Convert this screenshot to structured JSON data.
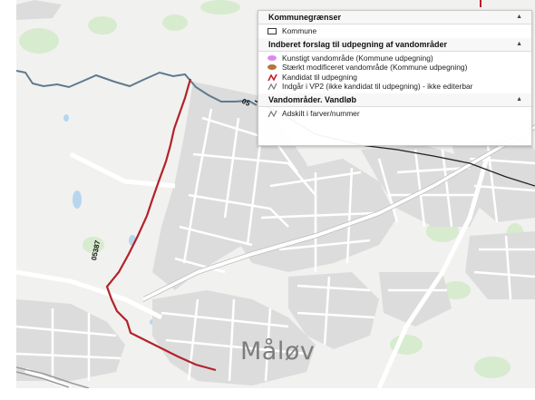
{
  "map": {
    "place_label": "Måløv",
    "road_labels": [
      "05387",
      "05"
    ]
  },
  "legend": {
    "sections": [
      {
        "title": "Kommunegrænser",
        "items": [
          {
            "label": "Kommune",
            "symbol": "outline-box",
            "color": "#333333"
          }
        ]
      },
      {
        "title": "Indberet forslag til udpegning af vandområder",
        "items": [
          {
            "label": "Kunstigt vandområde (Kommune udpegning)",
            "symbol": "oval",
            "color": "#dd88ee"
          },
          {
            "label": "Stærkt modificeret vandområde (Kommune udpegning)",
            "symbol": "oval",
            "color": "#b5733a"
          },
          {
            "label": "Kandidat til udpegning",
            "symbol": "red-line",
            "color": "#c0202a"
          },
          {
            "label": "Indgår i VP2 (ikke kandidat til udpegning) - ikke editerbar",
            "symbol": "grey-line",
            "color": "#777777"
          }
        ]
      },
      {
        "title": "Vandområder. Vandløb",
        "items": [
          {
            "label": "Adskilt i farver/nummer",
            "symbol": "grey-line",
            "color": "#777777"
          }
        ]
      }
    ]
  }
}
